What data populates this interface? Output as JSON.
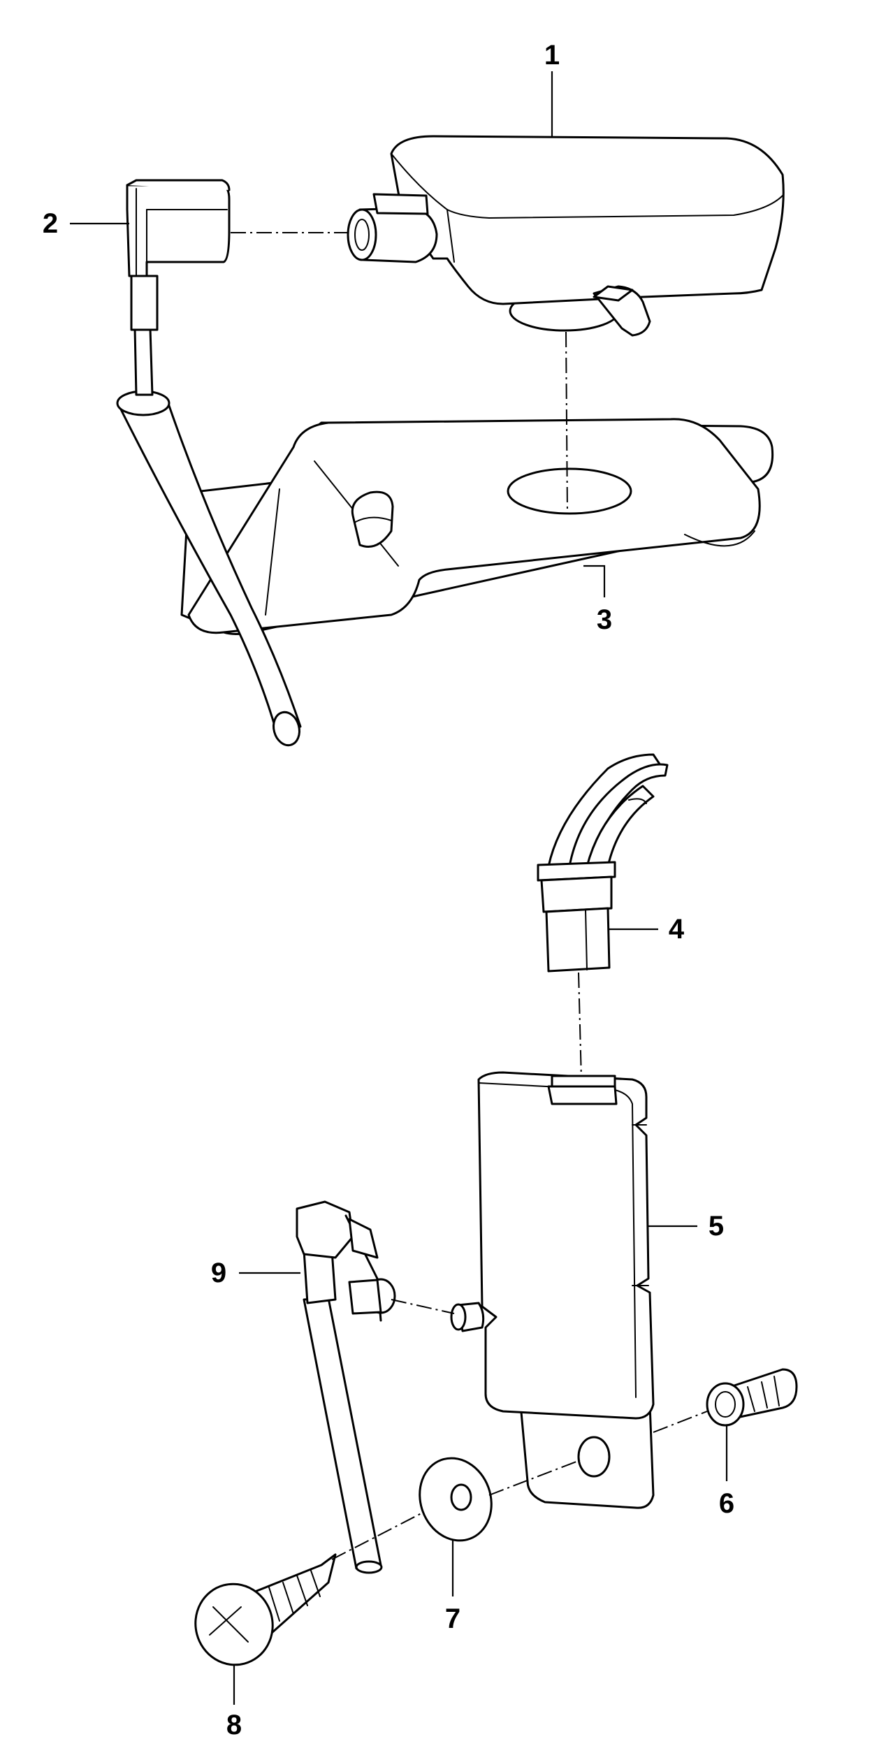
{
  "callouts": {
    "part_1": "1",
    "part_2": "2",
    "part_3": "3",
    "part_4": "4",
    "part_5": "5",
    "part_6": "6",
    "part_7": "7",
    "part_8": "8",
    "part_9": "9"
  },
  "colors": {
    "line": "#000000",
    "background": "#ffffff"
  }
}
